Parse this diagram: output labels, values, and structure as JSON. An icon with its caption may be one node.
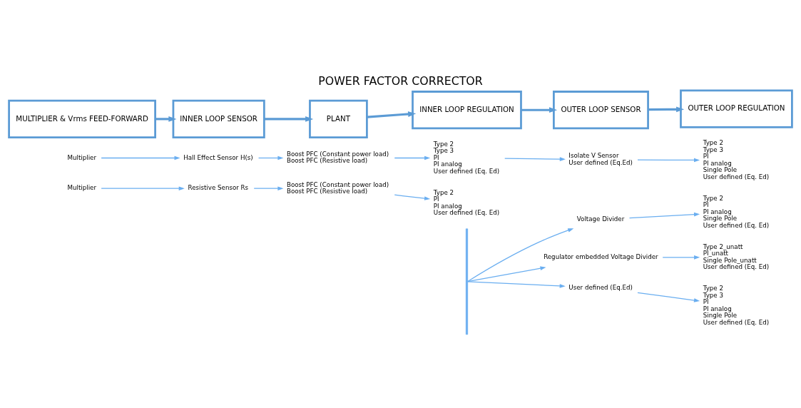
{
  "diagram": {
    "title": "POWER FACTOR CORRECTOR",
    "nodes": [
      {
        "text": [
          "MULTIPLIER & Vrms FEED-FORWARD"
        ]
      },
      {
        "text": [
          "INNER LOOP SENSOR"
        ]
      },
      {
        "text": [
          "PLANT"
        ]
      },
      {
        "text": [
          "INNER LOOP REGULATION"
        ]
      },
      {
        "text": [
          "OUTER LOOP SENSOR"
        ]
      },
      {
        "text": [
          "OUTER LOOP REGULATION"
        ]
      },
      {
        "text": [
          "Multiplier"
        ]
      },
      {
        "text": [
          "Hall Effect Sensor H(s)"
        ]
      },
      {
        "text": [
          "Boost PFC (Constant power load)",
          "Boost PFC (Resistive load)"
        ]
      },
      {
        "text": [
          "Type 2",
          "Type 3",
          "PI",
          "PI analog",
          "User defined (Eq. Ed)"
        ]
      },
      {
        "text": [
          "Isolate V Sensor",
          "User defined (Eq.Ed)"
        ]
      },
      {
        "text": [
          "Type 2",
          "Type 3",
          "PI",
          "PI analog",
          "Single Pole",
          "User defined (Eq. Ed)"
        ]
      },
      {
        "text": [
          "Multiplier"
        ]
      },
      {
        "text": [
          "Resistive Sensor Rs"
        ]
      },
      {
        "text": [
          "Boost PFC (Constant power load)",
          "Boost PFC (Resistive load)"
        ]
      },
      {
        "text": [
          "Type 2",
          "PI",
          "PI analog",
          "User defined (Eq. Ed)"
        ]
      },
      {
        "text": [],
        "shape": "bar"
      },
      {
        "text": [
          "Voltage Divider"
        ]
      },
      {
        "text": [
          "Regulator embedded Voltage Divider"
        ]
      },
      {
        "text": [
          "User defined (Eq.Ed)"
        ]
      },
      {
        "text": [
          "Type 2",
          "PI",
          "PI analog",
          "Single Pole",
          "User defined (Eq. Ed)"
        ]
      },
      {
        "text": [
          "Type 2_unatt",
          "PI_unatt",
          "Single Pole_unatt",
          "User defined (Eq. Ed)"
        ]
      },
      {
        "text": [
          "Type 2",
          "Type 3",
          "PI",
          "PI analog",
          "Single Pole",
          "User defined (Eq. Ed)"
        ]
      }
    ],
    "edges": [
      {
        "from": 0,
        "to": 1,
        "arrow": "to",
        "style": "thick"
      },
      {
        "from": 1,
        "to": 2,
        "arrow": "to",
        "style": "thick"
      },
      {
        "from": 2,
        "to": 3,
        "arrow": "to",
        "style": "thick"
      },
      {
        "from": 3,
        "to": 4,
        "arrow": "to",
        "style": "thick"
      },
      {
        "from": 4,
        "to": 5,
        "arrow": "to",
        "style": "thick"
      },
      {
        "from": 6,
        "to": 7,
        "arrow": "to"
      },
      {
        "from": 7,
        "to": 8,
        "arrow": "to"
      },
      {
        "from": 8,
        "to": 9,
        "arrow": "to"
      },
      {
        "from": 9,
        "to": 10,
        "arrow": "to"
      },
      {
        "from": 10,
        "to": 11,
        "arrow": "to"
      },
      {
        "from": 12,
        "to": 13,
        "arrow": "to"
      },
      {
        "from": 13,
        "to": 14,
        "arrow": "to"
      },
      {
        "from": 14,
        "to": 15,
        "arrow": "to"
      },
      {
        "from": 16,
        "to": 17,
        "arrow": "to"
      },
      {
        "from": 16,
        "to": 18,
        "arrow": "to"
      },
      {
        "from": 16,
        "to": 19,
        "arrow": "to"
      },
      {
        "from": 17,
        "to": 20,
        "arrow": "to"
      },
      {
        "from": 18,
        "to": 21,
        "arrow": "to"
      },
      {
        "from": 19,
        "to": 22,
        "arrow": "to"
      }
    ]
  }
}
